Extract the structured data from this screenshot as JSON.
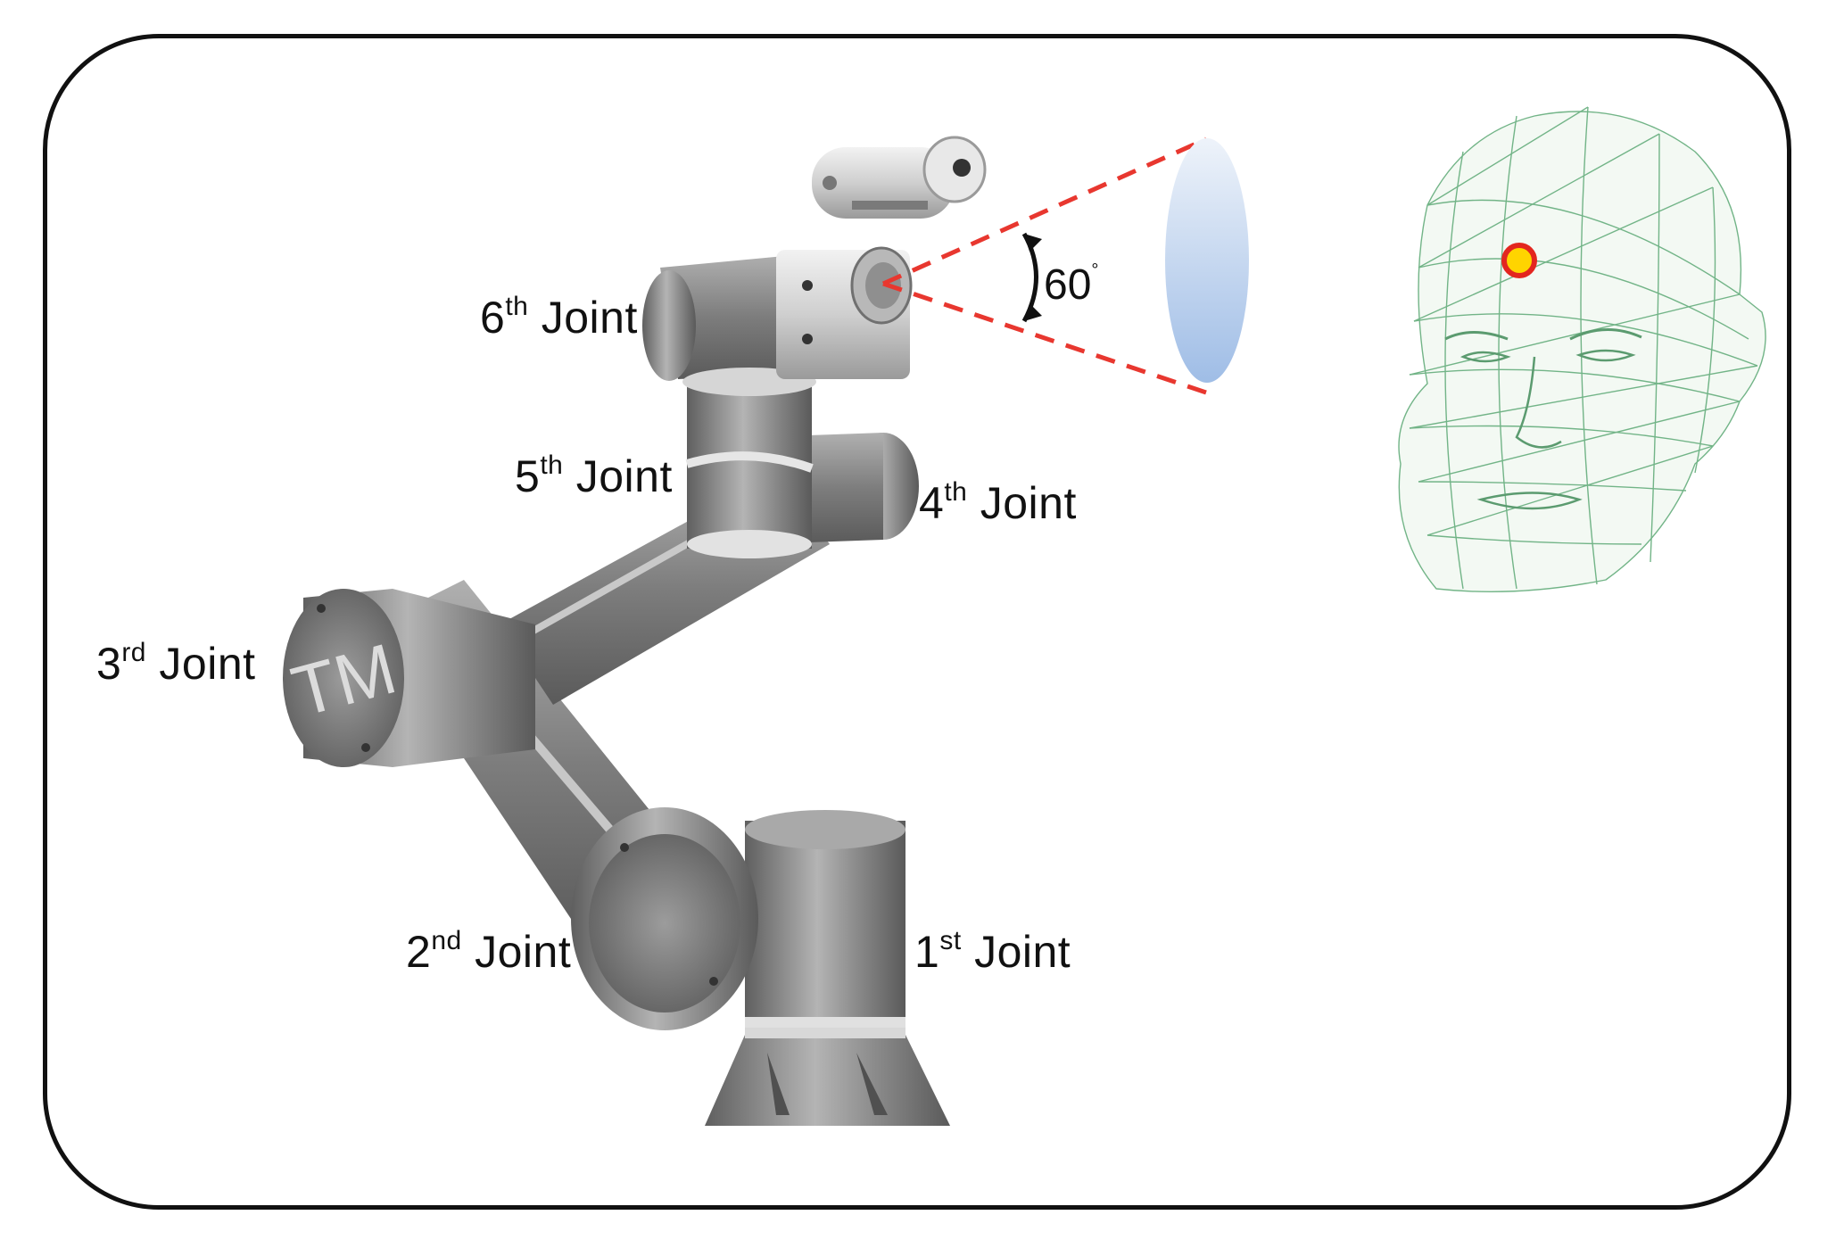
{
  "joints": [
    {
      "id": "joint-6",
      "num": "6",
      "suffix": "th",
      "word": "Joint"
    },
    {
      "id": "joint-5",
      "num": "5",
      "suffix": "th",
      "word": "Joint"
    },
    {
      "id": "joint-4",
      "num": "4",
      "suffix": "th",
      "word": "Joint"
    },
    {
      "id": "joint-3",
      "num": "3",
      "suffix": "rd",
      "word": "Joint"
    },
    {
      "id": "joint-2",
      "num": "2",
      "suffix": "nd",
      "word": "Joint"
    },
    {
      "id": "joint-1",
      "num": "1",
      "suffix": "st",
      "word": "Joint"
    }
  ],
  "camera_view": {
    "angle_value": "60",
    "angle_unit": "°"
  },
  "robot_logo": "TM",
  "colors": {
    "frame_border": "#111111",
    "robot_metal": "#8c8c8c",
    "fov_lines": "#e8372f",
    "lens_ellipse": "#b9cfea",
    "face_mesh": "#5aa873",
    "target_fill": "#ffd400",
    "target_ring": "#e3261f"
  },
  "icons": {
    "arc_arrow": "double-headed-curved-arrow-icon",
    "target": "target-point-icon"
  }
}
